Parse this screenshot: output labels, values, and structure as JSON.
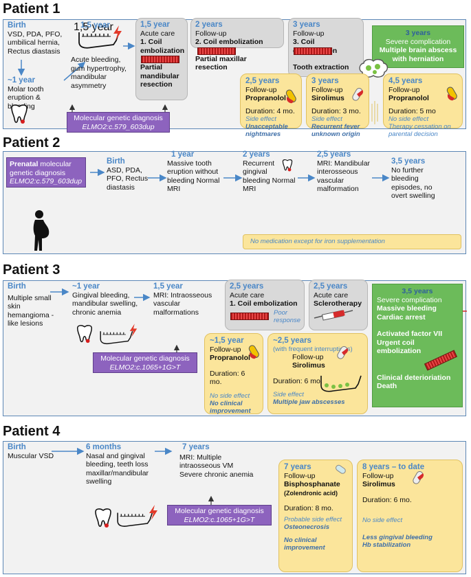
{
  "patient1": {
    "title": "Patient 1",
    "birth": {
      "age": "Birth",
      "text": "VSD, PDA, PFO, umbilical hernia, Rectus diastasis"
    },
    "y1": {
      "age": "~1 year",
      "text": "Molar tooth eruption & bleeding"
    },
    "y15a": {
      "age": "1,5 year",
      "text": "Acute bleeding, gum hypertrophy, mandibular asymmetry"
    },
    "care": {
      "age": "1,5 year",
      "label": "Acute care",
      "proc1": "1. Coil embolization",
      "proc2": "Partial mandibular resection"
    },
    "fu2": {
      "age": "2 years",
      "label": "Follow-up",
      "proc": "2. Coil embolization",
      "proc2": "Partial maxillar resection"
    },
    "fu3": {
      "age": "3 years",
      "label": "Follow-up",
      "proc": "3. Coil embolization",
      "proc2": "Tooth extraction"
    },
    "comp": {
      "age": "3 years",
      "title": "Severe complication",
      "text": "Multiple brain abscess with herniation"
    },
    "genetic": {
      "title": "Molecular genetic diagnosis",
      "gene": "ELMO2:c.579_603dup"
    },
    "prop1": {
      "age": "2,5 years",
      "label": "Follow-up",
      "drug": "Propranolol",
      "duration": "Duration: 4 mo.",
      "se_label": "Side effect",
      "se": "Unacceptable nightmares"
    },
    "siro1": {
      "age": "3 years",
      "label": "Follow-up",
      "drug": "Sirolimus",
      "duration": "Duration: 3 mo.",
      "se_label": "Side effect",
      "se": "Recurrent fever unknown origin"
    },
    "prop2": {
      "age": "4,5 years",
      "label": "Follow-up",
      "drug": "Propranolol",
      "duration": "Duration: 5 mo",
      "se_label": "No side effect",
      "se": "Therapy cessation on parental decision"
    }
  },
  "patient2": {
    "title": "Patient 2",
    "prenatal": {
      "bold": "Prenatal",
      "text": "molecular genetic diagnosis",
      "gene": "ELMO2:c.579_603dup"
    },
    "birth": {
      "age": "Birth",
      "text": "ASD, PDA, PFO, Rectus diastasis"
    },
    "y1": {
      "age": "1 year",
      "text": "Massive tooth eruption without bleeding Normal MRI"
    },
    "y2": {
      "age": "2 years",
      "text": "Recurrent gingival bleeding Normal MRI"
    },
    "y25": {
      "age": "2,5 years",
      "text": "MRI: Mandibular interosseous vascular malformation"
    },
    "y35": {
      "age": "3,5 years",
      "text": "No further bleeding episodes, no overt swelling"
    },
    "note": "No medication except for iron supplementation"
  },
  "patient3": {
    "title": "Patient 3",
    "birth": {
      "age": "Birth",
      "text": "Multiple small skin hemangioma -like lesions"
    },
    "y1": {
      "age": "~1 year",
      "text": "Gingival bleeding, mandibular swelling, chronic anemia"
    },
    "y15": {
      "age": "1,5 year",
      "text": "MRI: Intraosseous vascular malformations"
    },
    "care1": {
      "age": "2,5 years",
      "label": "Acute care",
      "proc": "1. Coil embolization",
      "note": "Poor response"
    },
    "care2": {
      "age": "2,5 years",
      "label": "Acute care",
      "proc": "Sclerotherapy"
    },
    "comp": {
      "age": "3,5 years",
      "title": "Severe complication",
      "l1": "Massive bleeding",
      "l2": "Cardiac arrest",
      "l3": "Activated factor VII",
      "l4": "Urgent coil embolization",
      "l5": "Clinical deterioriation",
      "l6": "Death"
    },
    "genetic": {
      "title": "Molecular genetic diagnosis",
      "gene": "ELMO2:c.1065+1G>T"
    },
    "prop": {
      "age": "~1,5 year",
      "label": "Follow-up",
      "drug": "Propranolol",
      "duration": "Duration: 6 mo.",
      "se_label": "No side effect",
      "se": "No clinical improvement"
    },
    "siro": {
      "age": "~2,5 years",
      "sub": "(with frequent interruptions)",
      "label": "Follow-up",
      "drug": "Sirolimus",
      "duration": "Duration: 6 mo.",
      "se_label": "Side effect",
      "se": "Multiple jaw abscesses"
    }
  },
  "patient4": {
    "title": "Patient 4",
    "birth": {
      "age": "Birth",
      "text": "Muscular VSD"
    },
    "m6": {
      "age": "6 months",
      "text": "Nasal and gingival bleeding, teeth loss maxillar/mandibular swelling"
    },
    "y7": {
      "age": "7 years",
      "text": "MRI: Multiple intraosseous VM Severe chronic anemia"
    },
    "genetic": {
      "title": "Molecular genetic diagnosis",
      "gene": "ELMO2:c.1065+1G>T"
    },
    "bis": {
      "age": "7 years",
      "label": "Follow-up",
      "drug": "Bisphosphanate",
      "drug2": "(Zolendronic acid)",
      "duration": "Duration: 8 mo.",
      "se_label": "Probable side effect",
      "se": "Osteonecrosis",
      "se2": "No clinical improvement"
    },
    "siro": {
      "age": "8 years – to date",
      "label": "Follow-up",
      "drug": "Sirolimus",
      "duration": "Duration: 6 mo.",
      "se_label": "No side effect",
      "se": "Less gingival bleeding Hb stabilization"
    }
  },
  "colors": {
    "accent_blue": "#4a87c7",
    "panel_border": "#5b86b5",
    "panel_bg": "#f2f2f2",
    "yellow_box": "#fbe59b",
    "gray_box": "#d9d9d9",
    "green_box": "#6cbb5a",
    "purple_box": "#8d63be"
  },
  "icons": [
    "tooth-icon",
    "jaw-icon",
    "lightning-icon",
    "brain-icon",
    "pill-icon",
    "syringe-icon",
    "pregnant-icon",
    "coil-icon"
  ]
}
